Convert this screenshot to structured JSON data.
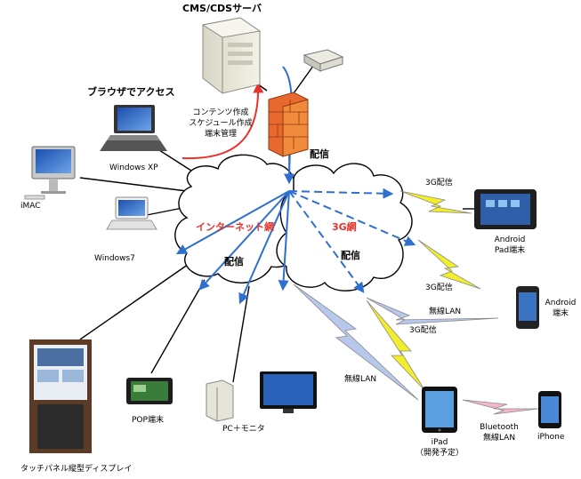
{
  "labels": {
    "server": "CMS/CDSサーバ",
    "browser_access": "ブラウザでアクセス",
    "mgmt_line1": "コンテンツ作成",
    "mgmt_line2": "スケジュール作成",
    "mgmt_line3": "端末管理",
    "windows_xp": "Windows XP",
    "imac": "iMAC",
    "windows7": "Windows7",
    "delivery_top": "配信",
    "internet": "インターネット網",
    "net3g": "3G網",
    "delivery_internet": "配信",
    "delivery_3g": "配信",
    "delivery3g_top": "3G配信",
    "android_pad_line1": "Android",
    "android_pad_line2": "Pad端末",
    "delivery3g_mid": "3G配信",
    "android_line1": "Android",
    "android_line2": "端末",
    "wireless_lan_right": "無線LAN",
    "delivery3g_low": "3G配信",
    "wireless_lan_left": "無線LAN",
    "pop_terminal": "POP端末",
    "pc_monitor": "PC＋モニタ",
    "bluetooth_line1": "Bluetooth",
    "bluetooth_line2": "無線LAN",
    "ipad_line1": "iPad",
    "ipad_line2": "（開発予定）",
    "iphone": "iPhone",
    "touch_panel": "タッチパネル縦型ディスプレイ"
  },
  "colors": {
    "internet_label": "#e8322b",
    "net3g_label": "#e8322b",
    "blue_arrow": "#2e6fd0",
    "red_arrow": "#e8322b",
    "bolt_yellow": "#f2ee2a",
    "bolt_pink": "#f4b6c8",
    "bolt_blue": "#b8c8ec"
  }
}
